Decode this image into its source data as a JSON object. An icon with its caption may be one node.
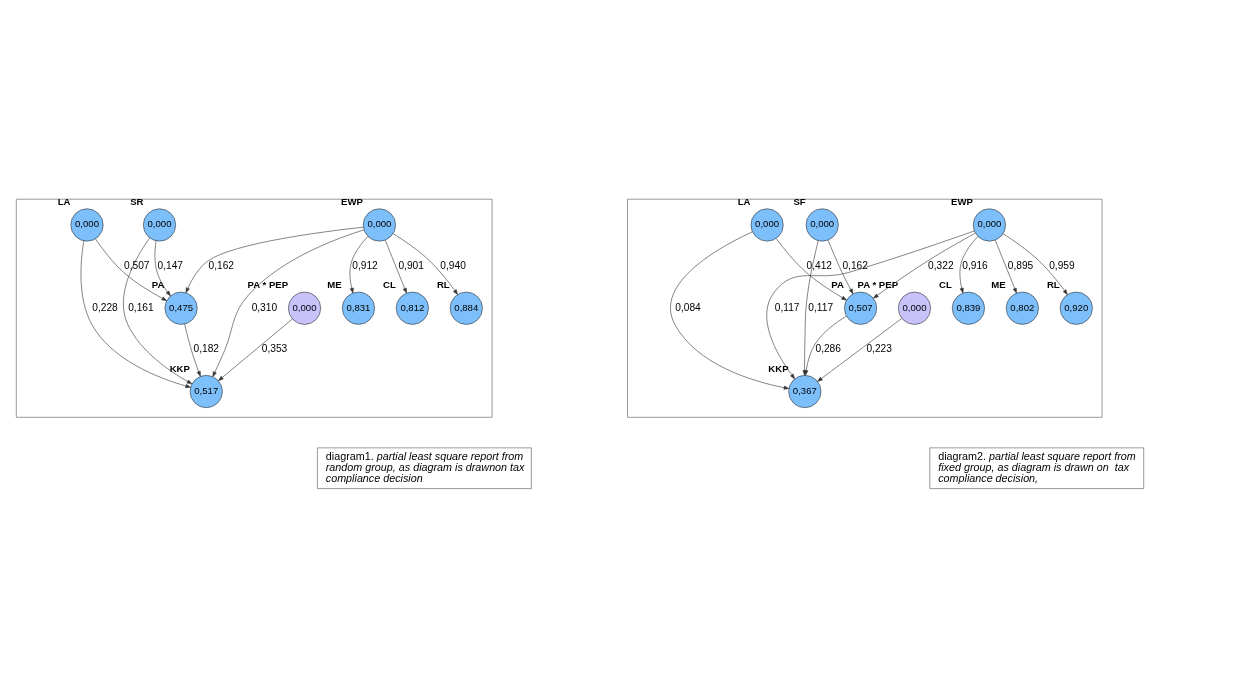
{
  "diagram": {
    "nodes": [
      {
        "text": [],
        "shape": "box"
      },
      {
        "text": [
          "0,000"
        ],
        "beside": [
          "SR"
        ],
        "in": 0
      },
      {
        "text": [
          "0,000"
        ],
        "beside": [
          "PA * PEP"
        ],
        "in": 0
      },
      {
        "text": [
          "0,475"
        ],
        "beside": [
          "PA"
        ],
        "in": 0
      },
      {
        "text": [
          "0,517"
        ],
        "beside": [
          "KKP"
        ],
        "in": 0
      },
      {
        "text": [
          "0,000"
        ],
        "beside": [
          "LA"
        ],
        "in": 0
      },
      {
        "text": [
          "0,000"
        ],
        "beside": [
          "EWP"
        ],
        "in": 0
      },
      {
        "text": [
          "0,831"
        ],
        "beside": [
          "ME"
        ],
        "in": 0
      },
      {
        "text": [
          "0,812"
        ],
        "beside": [
          "CL"
        ],
        "in": 0
      },
      {
        "text": [
          "0,884"
        ],
        "beside": [
          "RL"
        ],
        "in": 0
      },
      {
        "text": [],
        "shape": "box"
      },
      {
        "text": [
          "0,000"
        ],
        "beside": [
          "SF"
        ],
        "in": 10
      },
      {
        "text": [
          "0,000"
        ],
        "beside": [
          "PA * PEP"
        ],
        "in": 10
      },
      {
        "text": [
          "0,507"
        ],
        "beside": [
          "PA"
        ],
        "in": 10
      },
      {
        "text": [
          "0,367"
        ],
        "beside": [
          "KKP"
        ],
        "in": 10
      },
      {
        "text": [
          "0,000"
        ],
        "beside": [
          "LA"
        ],
        "in": 10
      },
      {
        "text": [
          "0,000"
        ],
        "beside": [
          "EWP"
        ],
        "in": 10
      },
      {
        "text": [
          "0,839"
        ],
        "beside": [
          "CL"
        ],
        "in": 10
      },
      {
        "text": [
          "0,802"
        ],
        "beside": [
          "ME"
        ],
        "in": 10
      },
      {
        "text": [
          "0,920"
        ],
        "beside": [
          "RL"
        ],
        "in": 10
      },
      {
        "text": [
          "diagram1. *partial least square report from random group, as diagram is drawnon tax compliance decision*"
        ]
      },
      {
        "text": [
          "diagram2. *partial least square report from fixed group, as diagram is drawn on  tax compliance decision,*"
        ]
      }
    ],
    "edges": [
      {
        "from": 1,
        "to": 3,
        "arrow": "to",
        "label": "0,147"
      },
      {
        "from": 1,
        "to": 4,
        "arrow": "to",
        "label": "0,161"
      },
      {
        "from": 2,
        "to": 4,
        "arrow": "to",
        "label": "0,353"
      },
      {
        "from": 3,
        "to": 4,
        "arrow": "to",
        "label": "0,182"
      },
      {
        "from": 5,
        "to": 3,
        "arrow": "to",
        "label": "0,507"
      },
      {
        "from": 5,
        "to": 4,
        "arrow": "to",
        "label": "0,228"
      },
      {
        "from": 6,
        "to": 3,
        "arrow": "to",
        "label": "0,162"
      },
      {
        "from": 6,
        "to": 4,
        "arrow": "to",
        "label": "0,310"
      },
      {
        "from": 6,
        "to": 7,
        "arrow": "to",
        "label": "0,912"
      },
      {
        "from": 6,
        "to": 9,
        "arrow": "to",
        "label": "0,940"
      },
      {
        "from": 6,
        "to": 8,
        "arrow": "to",
        "label": "0,901"
      },
      {
        "from": 11,
        "to": 13,
        "arrow": "to",
        "label": "0,162"
      },
      {
        "from": 11,
        "to": 14,
        "arrow": "to",
        "label": "0,117"
      },
      {
        "from": 12,
        "to": 14,
        "arrow": "to",
        "label": "0,223"
      },
      {
        "from": 13,
        "to": 14,
        "arrow": "to",
        "label": "0,286"
      },
      {
        "from": 15,
        "to": 13,
        "arrow": "to",
        "label": "0,412"
      },
      {
        "from": 15,
        "to": 14,
        "arrow": "to",
        "label": "0,084"
      },
      {
        "from": 16,
        "to": 13,
        "arrow": "to",
        "label": "0,322"
      },
      {
        "from": 16,
        "to": 14,
        "arrow": "to",
        "label": "0,117"
      },
      {
        "from": 16,
        "to": 18,
        "arrow": "to",
        "label": "0,895"
      },
      {
        "from": 16,
        "to": 19,
        "arrow": "to",
        "label": "0,959"
      },
      {
        "from": 16,
        "to": 17,
        "arrow": "to",
        "label": "0,916"
      }
    ]
  }
}
